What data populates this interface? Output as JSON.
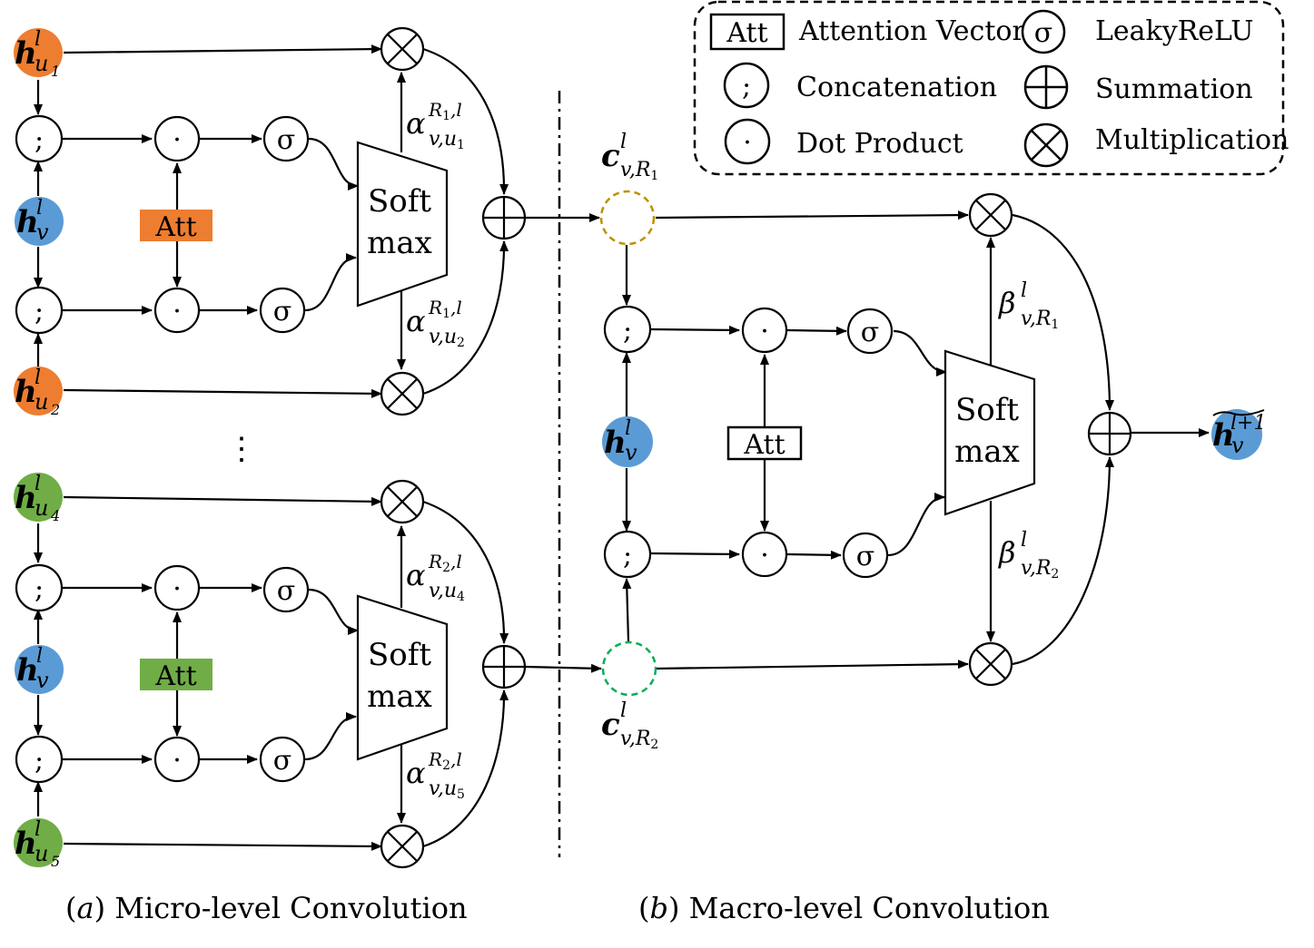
{
  "legend": {
    "att_box": "Att",
    "att_label": "Attention Vector",
    "sigma_symbol": "σ",
    "sigma_label": "LeakyReLU",
    "concat_symbol": ";",
    "concat_label": "Concatenation",
    "sum_label": "Summation",
    "dot_symbol": "·",
    "dot_label": "Dot Product",
    "mult_label": "Multiplication"
  },
  "nodes": {
    "h": "h",
    "l": "l",
    "u1": "u",
    "sub1": "1",
    "sub2": "2",
    "sub4": "4",
    "sub5": "5",
    "v": "v",
    "c": "c",
    "R": "R",
    "alpha": "α",
    "beta": "β",
    "comma": ",",
    "l_plus_1": "l+1"
  },
  "blocks": {
    "att": "Att",
    "soft": "Soft",
    "max": "max",
    "semicolon": ";",
    "dot": "·",
    "sigma": "σ",
    "vdots": "⋮"
  },
  "captions": {
    "micro_prefix": "(",
    "micro_letter": "a",
    "micro_text": ") Micro-level Convolution",
    "macro_prefix": "(",
    "macro_letter": "b",
    "macro_text": ") Macro-level Convolution"
  },
  "colors": {
    "orange": "#ED7D31",
    "blue": "#5B9BD5",
    "green": "#70AD47",
    "gold_dash": "#BF9000",
    "green_dash": "#00B050"
  }
}
